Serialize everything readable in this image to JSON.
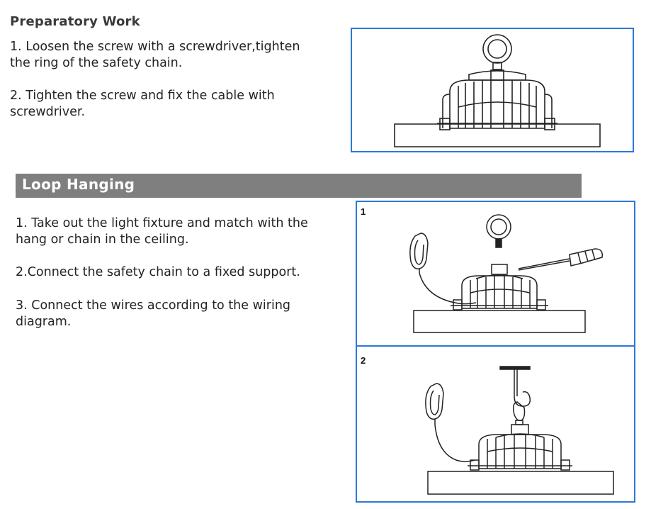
{
  "preparatory": {
    "title": "Preparatory Work",
    "step1_line1": "1. Loosen the screw with a screwdriver,tighten",
    "step1_line2": "the ring of the safety chain.",
    "step2_line1": "2. Tighten the screw and fix the cable with",
    "step2_line2": "screwdriver."
  },
  "loop": {
    "title": "Loop Hanging",
    "step1_line1": "1. Take out the light fixture and match with the",
    "step1_line2": "hang or chain in the ceiling.",
    "step2_line1": "2.Connect the  safety chain to a fixed support.",
    "step3_line1": "3. Connect the wires according to the wiring",
    "step3_line2": "diagram."
  },
  "panels": {
    "panel1_number": "1",
    "panel2_number": "2"
  },
  "colors": {
    "frame_border": "#2b78d8",
    "banner_bg": "#7f7f7f"
  },
  "icons": {
    "fixture": "highbay-light-fixture-illustration",
    "eyebolt": "eye-bolt-ring-illustration",
    "screwdriver": "screwdriver-illustration",
    "carabiner": "carabiner-safety-hook-illustration",
    "ceiling_hook": "ceiling-hook-illustration"
  }
}
